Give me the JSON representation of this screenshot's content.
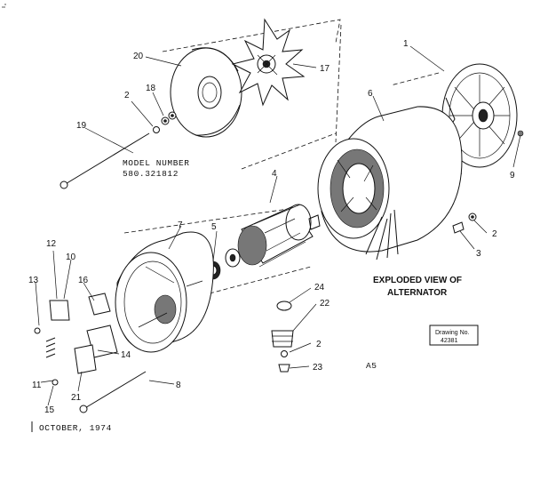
{
  "model_label": "MODEL NUMBER",
  "model_number": "580.321812",
  "title_line1": "EXPLODED VIEW OF",
  "title_line2": "ALTERNATOR",
  "drawing_label": "Drawing No.",
  "drawing_number": "42381",
  "sheet_code": "A5",
  "date_text": "OCTOBER, 1974",
  "callouts": [
    "1",
    "2",
    "2",
    "2",
    "3",
    "4",
    "5",
    "6",
    "7",
    "8",
    "9",
    "10",
    "11",
    "12",
    "13",
    "14",
    "15",
    "16",
    "17",
    "18",
    "19",
    "20",
    "21",
    "22",
    "23",
    "24"
  ]
}
